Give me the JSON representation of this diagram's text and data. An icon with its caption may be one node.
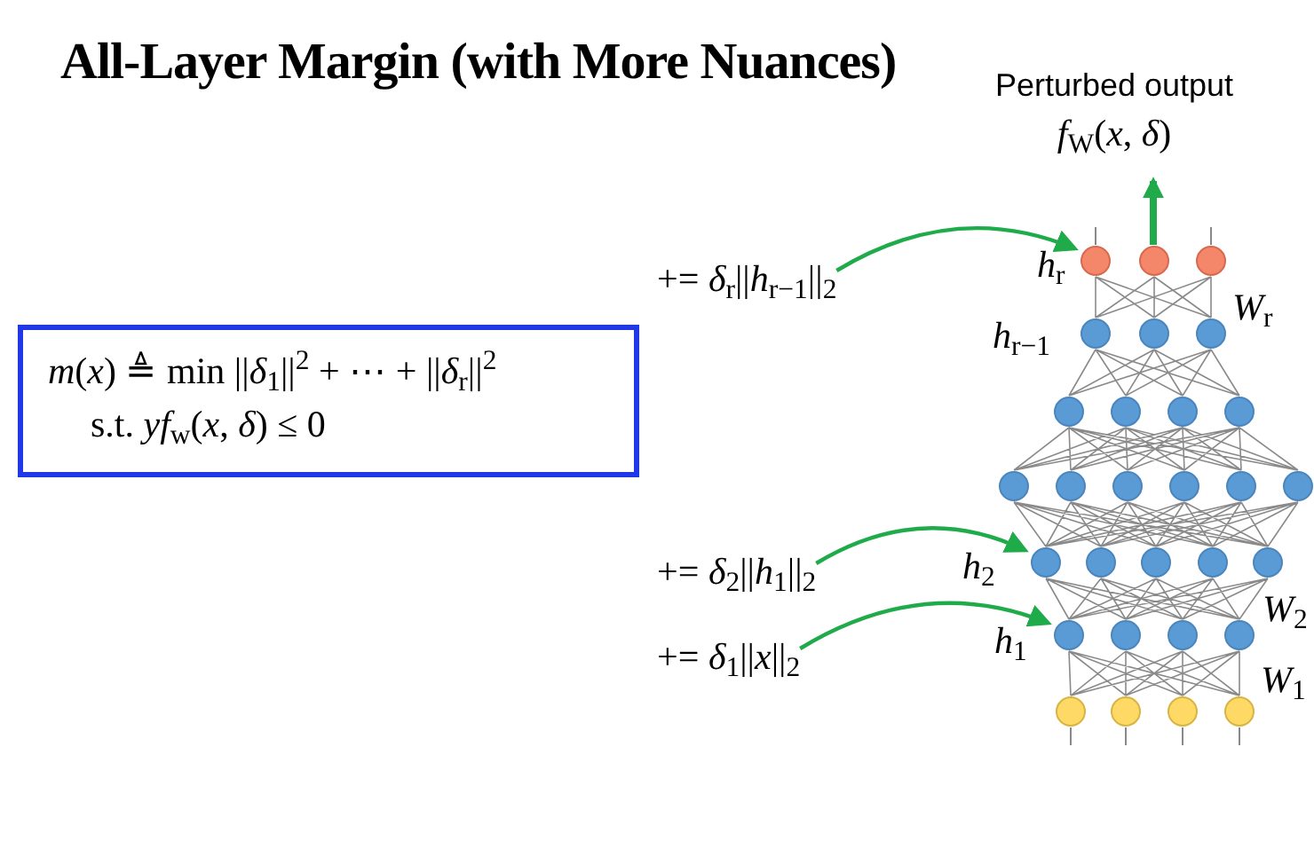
{
  "diagram": {
    "title": "All-Layer Margin (with More Nuances)",
    "nodes": [
      {
        "text": [
          "*m*(*x*) ≜ min ||*δ*$_{1}$||$^{2}$ + ⋯ + ||*δ*$_{r}$||$^{2}$",
          "s.t. *yf*$_{w}$(*x*, *δ*) ≤ 0"
        ]
      },
      {
        "text": [
          "+= *δ*$_{r}$||*h*$_{r−1}$||$_{2}$"
        ]
      },
      {
        "text": [
          "+= *δ*$_{2}$||*h*$_{1}$||$_{2}$"
        ]
      },
      {
        "text": [
          "+= *δ*$_{1}$||*x*||$_{2}$"
        ]
      },
      {
        "text": [
          "Perturbed output",
          "*f*$_{W}$(*x*, *δ*)"
        ]
      },
      {
        "text": [],
        "shape": "circle",
        "beside": [
          "*h*$_{r}$"
        ]
      },
      {
        "text": [],
        "shape": "circle",
        "beside": [
          "*h*$_{r−1}$"
        ]
      },
      {
        "text": [],
        "shape": "circle"
      },
      {
        "text": [],
        "shape": "circle"
      },
      {
        "text": [],
        "shape": "circle",
        "beside": [
          "*h*$_{2}$"
        ]
      },
      {
        "text": [],
        "shape": "circle",
        "beside": [
          "*h*$_{1}$"
        ]
      },
      {
        "text": [],
        "shape": "circle"
      }
    ],
    "edges": [
      {
        "from": 1,
        "to": 5,
        "arrow": "to",
        "color": "#1fab4a"
      },
      {
        "from": 2,
        "to": 9,
        "arrow": "to",
        "color": "#1fab4a"
      },
      {
        "from": 3,
        "to": 10,
        "arrow": "to",
        "color": "#1fab4a"
      },
      {
        "from": 5,
        "to": 4,
        "arrow": "to",
        "color": "#1fab4a",
        "style": "thick"
      },
      {
        "from": 5,
        "to": 6,
        "arrow": "none"
      },
      {
        "from": 6,
        "to": 7,
        "arrow": "none"
      },
      {
        "from": 7,
        "to": 8,
        "arrow": "none"
      },
      {
        "from": 8,
        "to": 9,
        "arrow": "none"
      },
      {
        "from": 9,
        "to": 10,
        "arrow": "none"
      },
      {
        "from": 10,
        "to": 11,
        "arrow": "none"
      }
    ],
    "labels": [
      "*W*$_{r}$",
      "*W*$_{2}$",
      "*W*$_{1}$"
    ]
  }
}
